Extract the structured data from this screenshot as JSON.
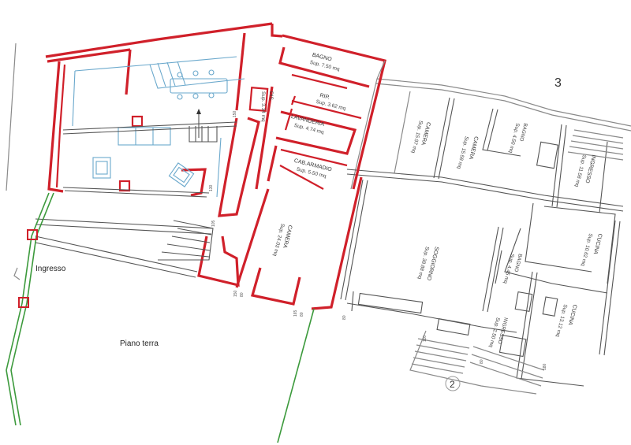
{
  "labels": {
    "bagno_name": "BAGNO",
    "bagno_area": "Sup. 7.50 mq",
    "rip_name": "RIP.",
    "rip_area": "Sup. 3.62 mq",
    "lavanderia_name": "LAVANDERIA",
    "lavanderia_area": "Sup. 4.74 mq",
    "cab_name": "CAB.ARMADIO",
    "cab_area": "Sup. 5.50 mq",
    "dis_name": "DIS.",
    "dis_area": "Sup. 3.34 mq",
    "camera_main_name": "CAMERA",
    "camera_main_area": "Sup. 24.03 mq",
    "camera1_name": "CAMERA",
    "camera1_area": "Sup. 15.97 mq",
    "camera2_name": "CAMERA",
    "camera2_area": "Sup. 15.58 mq",
    "bagno2_name": "BAGNO",
    "bagno2_area": "Sup. 4.50 mq",
    "ingresso2_name": "INGRESSO",
    "ingresso2_area": "Sup. 11.58 mq",
    "soggiorno_name": "SOGGIORNO",
    "soggiorno_area": "Sup. 38.88 mq",
    "cucina1_name": "CUCINA",
    "cucina1_area": "Sup. 10.62 mq",
    "bagno3_name": "BAGNO",
    "bagno3_area": "Sup. 4.45 mq",
    "ingresso3_name": "INGRESSO",
    "ingresso3_area": "Sup. 2.50 mq",
    "cucina2_name": "CUCINA",
    "cucina2_area": "Sup. 13.12 mq",
    "ingresso_main": "Ingresso",
    "piano_terra": "Piano terra",
    "unit_3": "3",
    "unit_2": "2"
  },
  "dimensions": {
    "d1": "150",
    "d2": "130",
    "d3": "105",
    "d4": "150",
    "d5": "80",
    "d6": "80",
    "d7": "165",
    "d8": "80",
    "d9": "110",
    "d10": "80",
    "d11": "180"
  },
  "colors": {
    "project_walls": "#d0202a",
    "existing_walls": "#8a8a8a",
    "furniture": "#6aa8cc",
    "boundary": "#3c9a3c"
  }
}
